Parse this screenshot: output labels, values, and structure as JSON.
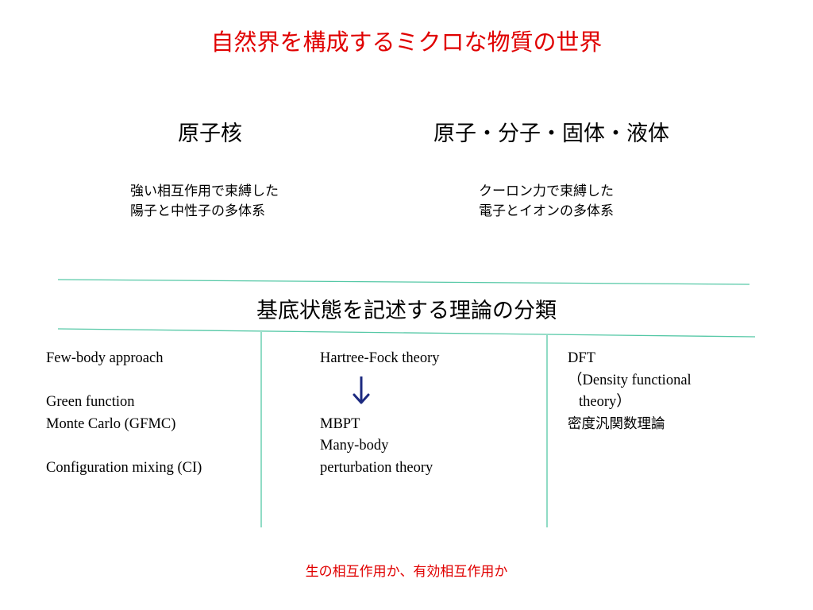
{
  "title": "自然界を構成するミクロな物質の世界",
  "columns_top": {
    "left_title": "原子核",
    "right_title": "原子・分子・固体・液体",
    "left_desc": [
      "強い相互作用で束縛した",
      "陽子と中性子の多体系"
    ],
    "right_desc": [
      "クーロン力で束縛した",
      "電子とイオンの多体系"
    ]
  },
  "heading": "基底状態を記述する理論の分類",
  "methods": {
    "col1": {
      "fewbody": "Few-body approach",
      "green1": "Green function",
      "green2": "Monte Carlo (GFMC)",
      "ci": "Configuration mixing (CI)"
    },
    "col2": {
      "hf": "Hartree-Fock theory",
      "mbpt": "MBPT",
      "mb1": "Many-body",
      "mb2": "perturbation theory"
    },
    "col3": {
      "dft": "DFT",
      "dft_full1": "（Density functional",
      "dft_full2": "theory）",
      "dft_ja": "密度汎関数理論"
    }
  },
  "footer": "生の相互作用か、有効相互作用か",
  "colors": {
    "title": "#e00000",
    "rule": "#55c8a6",
    "arrow": "#1c2a80",
    "footer": "#e00000"
  }
}
